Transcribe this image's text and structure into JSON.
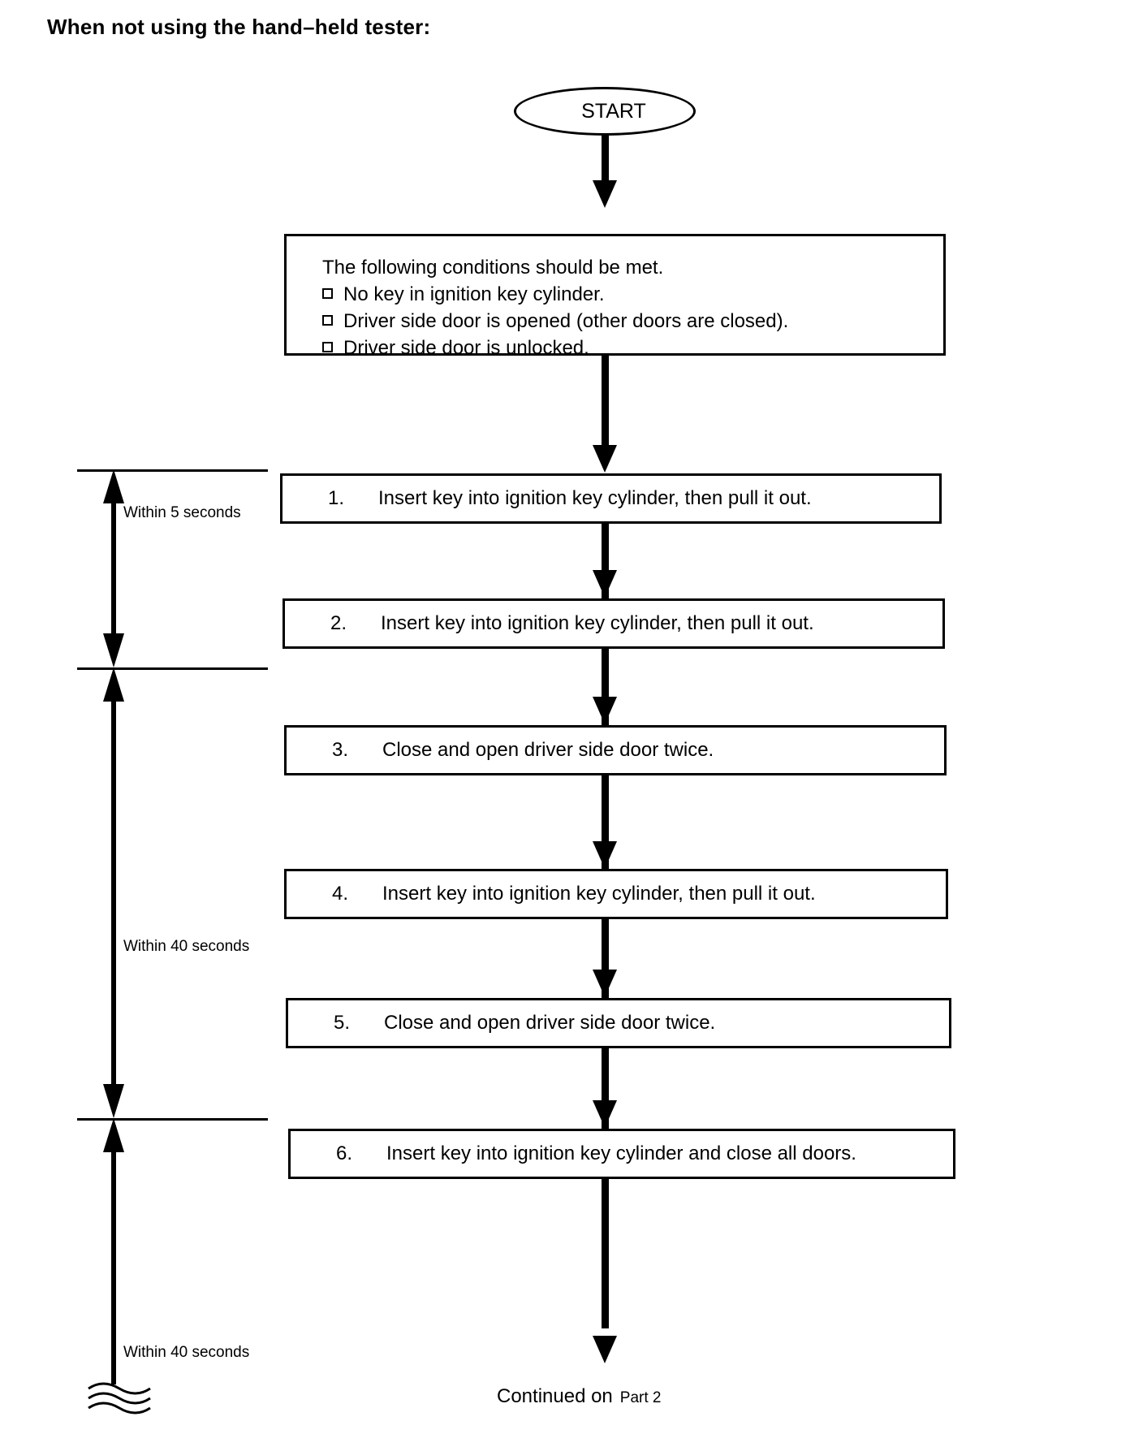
{
  "heading": "When not using the hand–held tester:",
  "start": {
    "label": "START"
  },
  "conditions": {
    "lead": "The following conditions should be met.",
    "items": [
      "No key in ignition key cylinder.",
      "Driver side door is opened (other doors are closed).",
      "Driver side door is unlocked."
    ]
  },
  "steps": [
    {
      "num": "1.",
      "text": "Insert key into ignition key cylinder, then pull it out."
    },
    {
      "num": "2.",
      "text": "Insert key into ignition key cylinder, then pull it out."
    },
    {
      "num": "3.",
      "text": "Close and open driver side door twice."
    },
    {
      "num": "4.",
      "text": "Insert key into ignition key cylinder, then pull it out."
    },
    {
      "num": "5.",
      "text": "Close and open driver side door twice."
    },
    {
      "num": "6.",
      "text": "Insert key into ignition key cylinder and close all doors."
    }
  ],
  "timing": [
    {
      "label": "Within 5 seconds"
    },
    {
      "label": "Within 40 seconds"
    },
    {
      "label": "Within 40 seconds"
    }
  ],
  "footer": {
    "continued": "Continued on",
    "part": "Part 2"
  },
  "colors": {
    "ink": "#000000",
    "paper": "#ffffff"
  }
}
